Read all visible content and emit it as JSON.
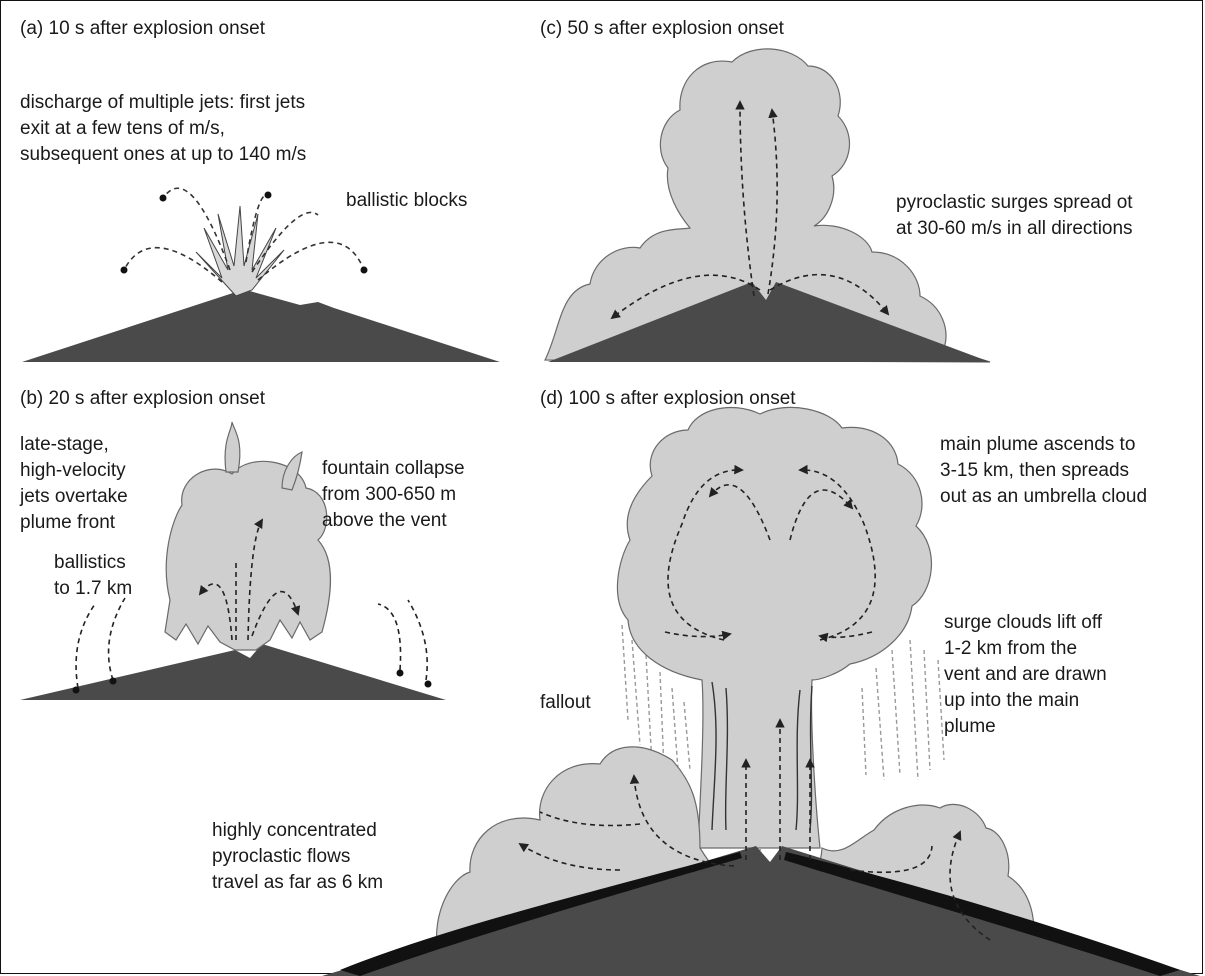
{
  "panels": {
    "a": {
      "title": "(a) 10 s after explosion onset",
      "notes": {
        "jets": "discharge of multiple jets: first jets\nexit at a few tens of m/s,\nsubsequent ones at up to 140 m/s",
        "ballistics": "ballistic blocks"
      }
    },
    "b": {
      "title": "(b) 20 s after explosion onset",
      "notes": {
        "late_jets": "late-stage,\nhigh-velocity\njets overtake\nplume front",
        "collapse": "fountain collapse\nfrom 300-650 m\nabove the vent",
        "ballistics": "ballistics\nto 1.7 km"
      }
    },
    "c": {
      "title": "(c) 50 s after explosion onset",
      "notes": {
        "surges": "pyroclastic surges spread ot\nat 30-60 m/s in all directions"
      }
    },
    "d": {
      "title": "(d) 100 s after explosion onset",
      "notes": {
        "plume": "main plume ascends to\n3-15 km, then spreads\nout as an umbrella cloud",
        "lift": "surge clouds lift off\n1-2 km from the\nvent and are drawn\nup into the main\nplume",
        "fallout": "fallout",
        "flows": "highly concentrated\npyroclastic flows\ntravel as far as 6 km"
      }
    }
  },
  "colors": {
    "mountain": "#4a4a4a",
    "cloud_fill": "#cfcfcf",
    "cloud_stroke": "#6a6a6a",
    "flow_dark": "#111111",
    "arrow": "#222222"
  }
}
